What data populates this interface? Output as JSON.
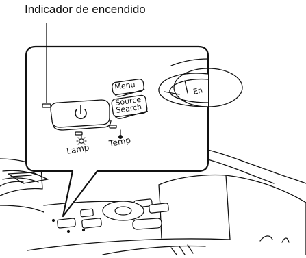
{
  "caption": {
    "label": "Indicador de encendido"
  },
  "control_panel": {
    "menu_label": "Menu",
    "source_label_line1": "Source",
    "source_label_line2": "Search",
    "lamp_label": "Lamp",
    "temp_label": "Temp",
    "partial_label": "En"
  },
  "icons": [
    "power-icon",
    "lamp-icon",
    "thermometer-icon"
  ]
}
